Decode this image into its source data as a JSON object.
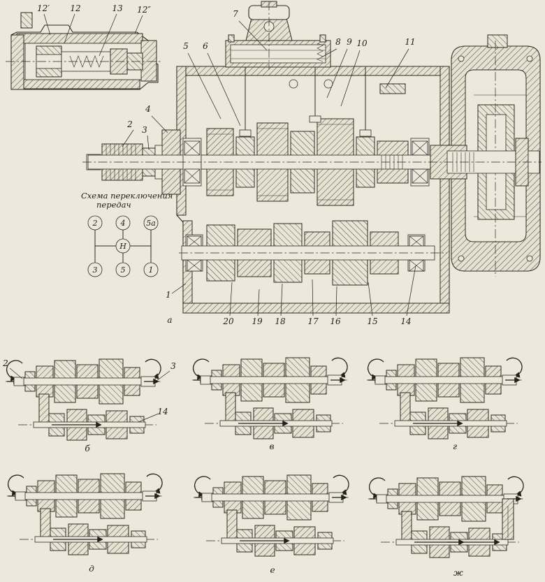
{
  "colors": {
    "paper": "#ece8db",
    "ink": "#2c2a23"
  },
  "inset": {
    "callouts": [
      "12′",
      "12",
      "13",
      "12″"
    ]
  },
  "shift_scheme": {
    "title_line1": "Схема переключения",
    "title_line2": "передач",
    "top": [
      "2",
      "4",
      "5а"
    ],
    "center": "Н",
    "bottom": [
      "3",
      "5",
      "1"
    ]
  },
  "main_view": {
    "label": "а",
    "callouts_top": [
      "5",
      "6",
      "7",
      "8",
      "9",
      "10",
      "11"
    ],
    "callouts_left": [
      "4",
      "2",
      "3"
    ],
    "callout_housing": "1",
    "callouts_bottom": [
      "20",
      "19",
      "18",
      "17",
      "16",
      "15",
      "14"
    ]
  },
  "sub_views": {
    "labels": [
      "б",
      "в",
      "г",
      "д",
      "е",
      "ж"
    ],
    "b_callouts": [
      "2",
      "3",
      "14"
    ]
  }
}
